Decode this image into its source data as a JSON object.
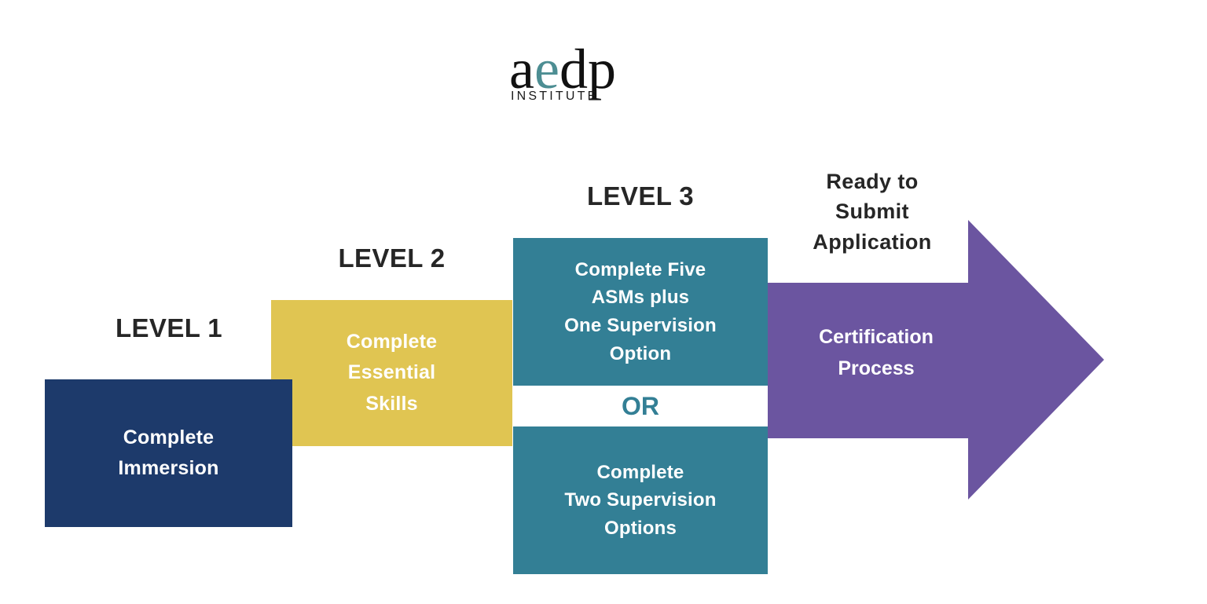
{
  "brand": {
    "logo_word_a": "a",
    "logo_word_e": "e",
    "logo_word_dp": "dp",
    "logo_subtitle": "INSTITUTE"
  },
  "colors": {
    "navy": "#1d3a6b",
    "gold": "#e0c552",
    "teal": "#337f95",
    "purple": "#6b55a0",
    "label_text": "#262626",
    "background": "#ffffff"
  },
  "flow": {
    "stages": [
      {
        "label": "LEVEL 1",
        "body": "Complete\nImmersion",
        "color": "#1d3a6b"
      },
      {
        "label": "LEVEL 2",
        "body": "Complete\nEssential\nSkills",
        "color": "#e0c552"
      },
      {
        "label": "LEVEL 3",
        "body_option_a": "Complete Five\nASMs plus\nOne Supervision\nOption",
        "divider": "OR",
        "body_option_b": "Complete\nTwo Supervision\nOptions",
        "color": "#337f95"
      },
      {
        "label": "Ready to\nSubmit\nApplication",
        "body": "Certification\nProcess",
        "color": "#6b55a0"
      }
    ]
  }
}
